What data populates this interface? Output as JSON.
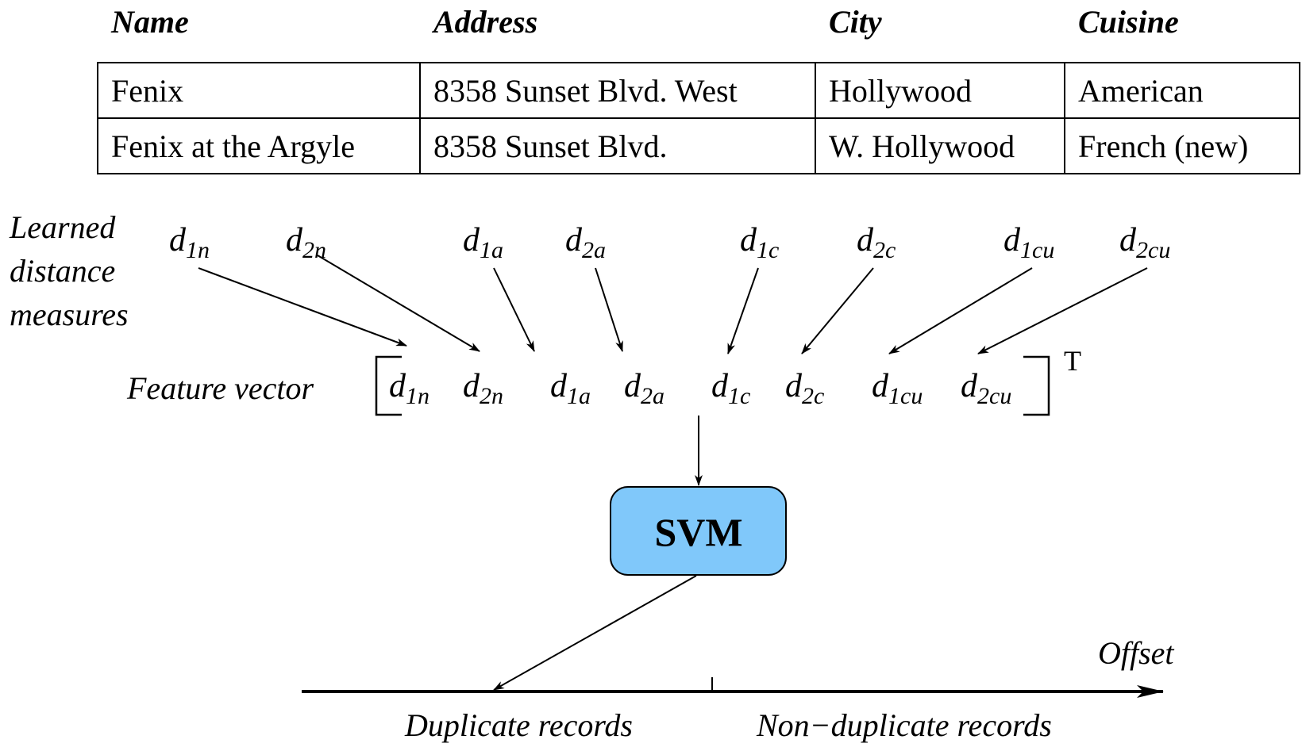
{
  "table": {
    "headers": [
      "Name",
      "Address",
      "City",
      "Cuisine"
    ],
    "rows": [
      [
        "Fenix",
        "8358 Sunset Blvd. West",
        "Hollywood",
        "American"
      ],
      [
        "Fenix at the Argyle",
        "8358 Sunset Blvd.",
        "W. Hollywood",
        "French (new)"
      ]
    ]
  },
  "labels": {
    "learned_line1": "Learned",
    "learned_line2": "distance",
    "learned_line3": "measures",
    "feature_vector": "Feature vector",
    "transpose": "T",
    "svm": "SVM",
    "offset": "Offset",
    "duplicate": "Duplicate records",
    "non_duplicate": "Non−duplicate records"
  },
  "measures": [
    {
      "base": "d",
      "sub": "1n"
    },
    {
      "base": "d",
      "sub": "2n"
    },
    {
      "base": "d",
      "sub": "1a"
    },
    {
      "base": "d",
      "sub": "2a"
    },
    {
      "base": "d",
      "sub": "1c"
    },
    {
      "base": "d",
      "sub": "2c"
    },
    {
      "base": "d",
      "sub": "1cu"
    },
    {
      "base": "d",
      "sub": "2cu"
    }
  ],
  "colors": {
    "svm_fill": "#80c8fa",
    "stroke": "#000000"
  }
}
